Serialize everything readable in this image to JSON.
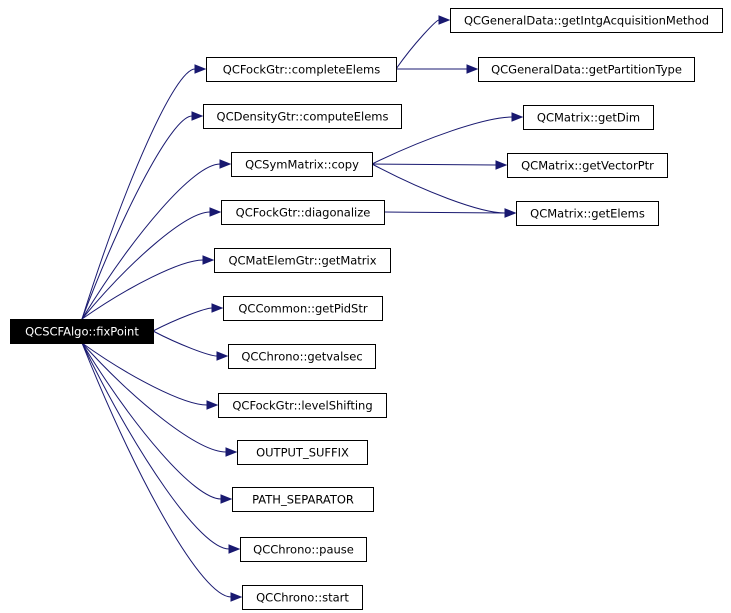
{
  "graph": {
    "colors": {
      "edge": "#191970",
      "root_fill": "#000000",
      "root_text": "#ffffff"
    },
    "nodes": [
      {
        "id": "root",
        "label": "QCSCFAlgo::fixPoint",
        "root": true
      },
      {
        "id": "completeElems",
        "label": "QCFockGtr::completeElems"
      },
      {
        "id": "computeElems",
        "label": "QCDensityGtr::computeElems"
      },
      {
        "id": "copy",
        "label": "QCSymMatrix::copy"
      },
      {
        "id": "diagonalize",
        "label": "QCFockGtr::diagonalize"
      },
      {
        "id": "getMatrix",
        "label": "QCMatElemGtr::getMatrix"
      },
      {
        "id": "getPidStr",
        "label": "QCCommon::getPidStr"
      },
      {
        "id": "getvalsec",
        "label": "QCChrono::getvalsec"
      },
      {
        "id": "levelShifting",
        "label": "QCFockGtr::levelShifting"
      },
      {
        "id": "outputSuffix",
        "label": "OUTPUT_SUFFIX"
      },
      {
        "id": "pathSeparator",
        "label": "PATH_SEPARATOR"
      },
      {
        "id": "pause",
        "label": "QCChrono::pause"
      },
      {
        "id": "start",
        "label": "QCChrono::start"
      },
      {
        "id": "getIntgAcq",
        "label": "QCGeneralData::getIntgAcquisitionMethod"
      },
      {
        "id": "getPartitionType",
        "label": "QCGeneralData::getPartitionType"
      },
      {
        "id": "getDim",
        "label": "QCMatrix::getDim"
      },
      {
        "id": "getVectorPtr",
        "label": "QCMatrix::getVectorPtr"
      },
      {
        "id": "getElems",
        "label": "QCMatrix::getElems"
      }
    ],
    "edges": [
      {
        "from": "root",
        "to": "completeElems"
      },
      {
        "from": "root",
        "to": "computeElems"
      },
      {
        "from": "root",
        "to": "copy"
      },
      {
        "from": "root",
        "to": "diagonalize"
      },
      {
        "from": "root",
        "to": "getMatrix"
      },
      {
        "from": "root",
        "to": "getPidStr"
      },
      {
        "from": "root",
        "to": "getvalsec"
      },
      {
        "from": "root",
        "to": "levelShifting"
      },
      {
        "from": "root",
        "to": "outputSuffix"
      },
      {
        "from": "root",
        "to": "pathSeparator"
      },
      {
        "from": "root",
        "to": "pause"
      },
      {
        "from": "root",
        "to": "start"
      },
      {
        "from": "completeElems",
        "to": "getIntgAcq"
      },
      {
        "from": "completeElems",
        "to": "getPartitionType"
      },
      {
        "from": "copy",
        "to": "getDim"
      },
      {
        "from": "copy",
        "to": "getVectorPtr"
      },
      {
        "from": "copy",
        "to": "getElems"
      },
      {
        "from": "diagonalize",
        "to": "getElems"
      }
    ]
  }
}
